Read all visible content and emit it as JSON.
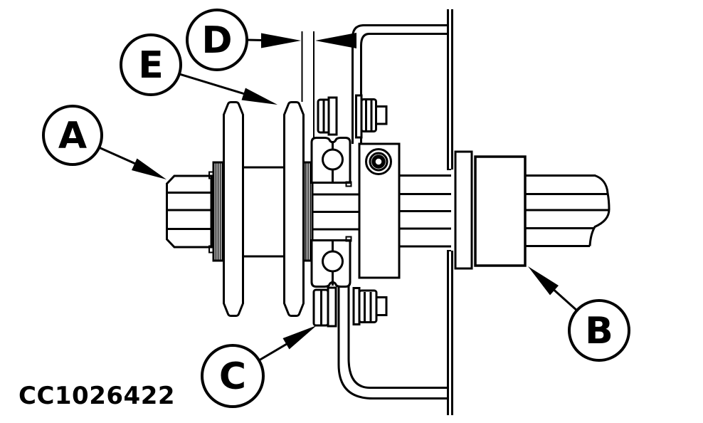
{
  "figure": {
    "code": "CC1026422",
    "type": "technical-line-drawing",
    "description_visible_elements": "shaft assembly with callout bubbles",
    "callouts": [
      {
        "letter": "A"
      },
      {
        "letter": "B"
      },
      {
        "letter": "C"
      },
      {
        "letter": "D"
      },
      {
        "letter": "E"
      }
    ],
    "colors": {
      "line": "#000000",
      "background": "#ffffff"
    }
  }
}
